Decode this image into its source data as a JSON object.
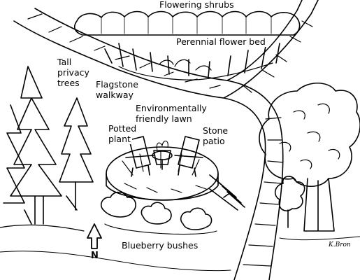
{
  "labels": {
    "flowering_shrubs": "Flowering shrubs",
    "perennial_bed": "Perennial flower bed",
    "tall_privacy_trees_1": "Tall",
    "tall_privacy_trees_2": "privacy",
    "tall_privacy_trees_3": "trees",
    "flagstone_walkway_1": "Flagstone",
    "flagstone_walkway_2": "walkway",
    "lawn_1": "Environmentally",
    "lawn_2": "friendly lawn",
    "potted_plant_1": "Potted",
    "potted_plant_2": "plant",
    "stone_patio_1": "Stone",
    "stone_patio_2": "patio",
    "blueberry_bushes": "Blueberry bushes",
    "north": "N"
  },
  "signature": "K.Bron",
  "colors": {
    "ink": "#000000",
    "paper": "#ffffff"
  }
}
